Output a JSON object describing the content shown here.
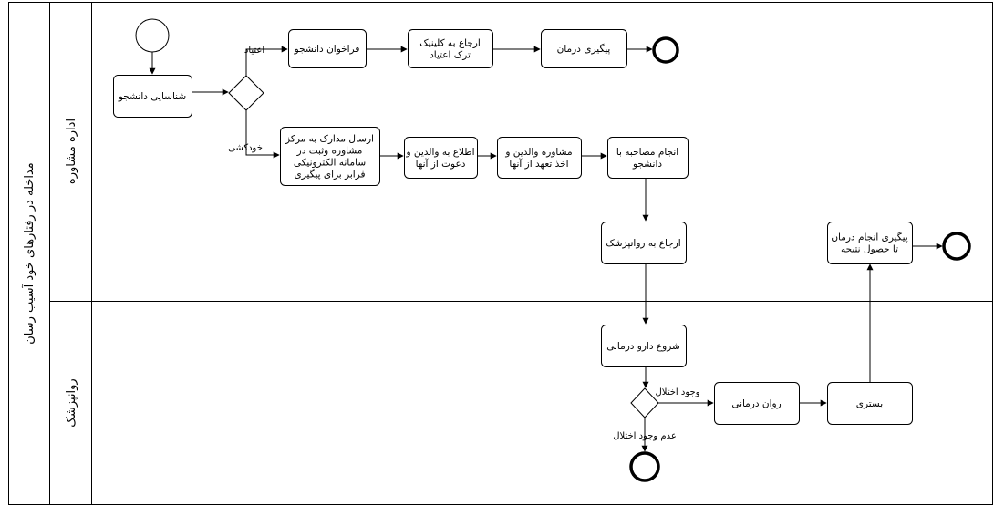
{
  "pool": {
    "label": "مداخله در رفتارهای خود آسیب رسان"
  },
  "lanes": [
    {
      "id": "counseling",
      "label": "اداره مشاوره"
    },
    {
      "id": "psychiatrist",
      "label": "روانپزشک"
    }
  ],
  "tasks": {
    "identify": {
      "lines": [
        "شناسایی دانشجو"
      ]
    },
    "call": {
      "lines": [
        "فراخوان دانشجو"
      ]
    },
    "clinic": {
      "lines": [
        "ارجاع به کلینیک",
        "ترک اعتیاد"
      ]
    },
    "followup1": {
      "lines": [
        "پیگیری درمان"
      ]
    },
    "send": {
      "lines": [
        "ارسال مدارک به مرکز",
        "مشاوره وثبت در",
        "سامانه الکترونیکی",
        "فرابر برای پیگیری"
      ]
    },
    "inform": {
      "lines": [
        "اطلاع به والدین و",
        "دعوت از آنها"
      ]
    },
    "consult": {
      "lines": [
        "مشاوره والدین و",
        "اخذ تعهد از آنها"
      ]
    },
    "interview": {
      "lines": [
        "انجام مصاحبه با",
        "دانشجو"
      ]
    },
    "refer": {
      "lines": [
        "ارجاع به روانپزشک"
      ]
    },
    "followup2": {
      "lines": [
        "پیگیری انجام درمان",
        "تا حصول نتیجه"
      ]
    },
    "drug": {
      "lines": [
        "شروع دارو درمانی"
      ]
    },
    "psychotherapy": {
      "lines": [
        "روان درمانی"
      ]
    },
    "hospital": {
      "lines": [
        "بستری"
      ]
    }
  },
  "edge_labels": {
    "addiction": "اعتیاد",
    "suicide": "خودکشی",
    "disorder": "وجود اختلال",
    "no_disorder": "عدم وجود اختلال"
  }
}
